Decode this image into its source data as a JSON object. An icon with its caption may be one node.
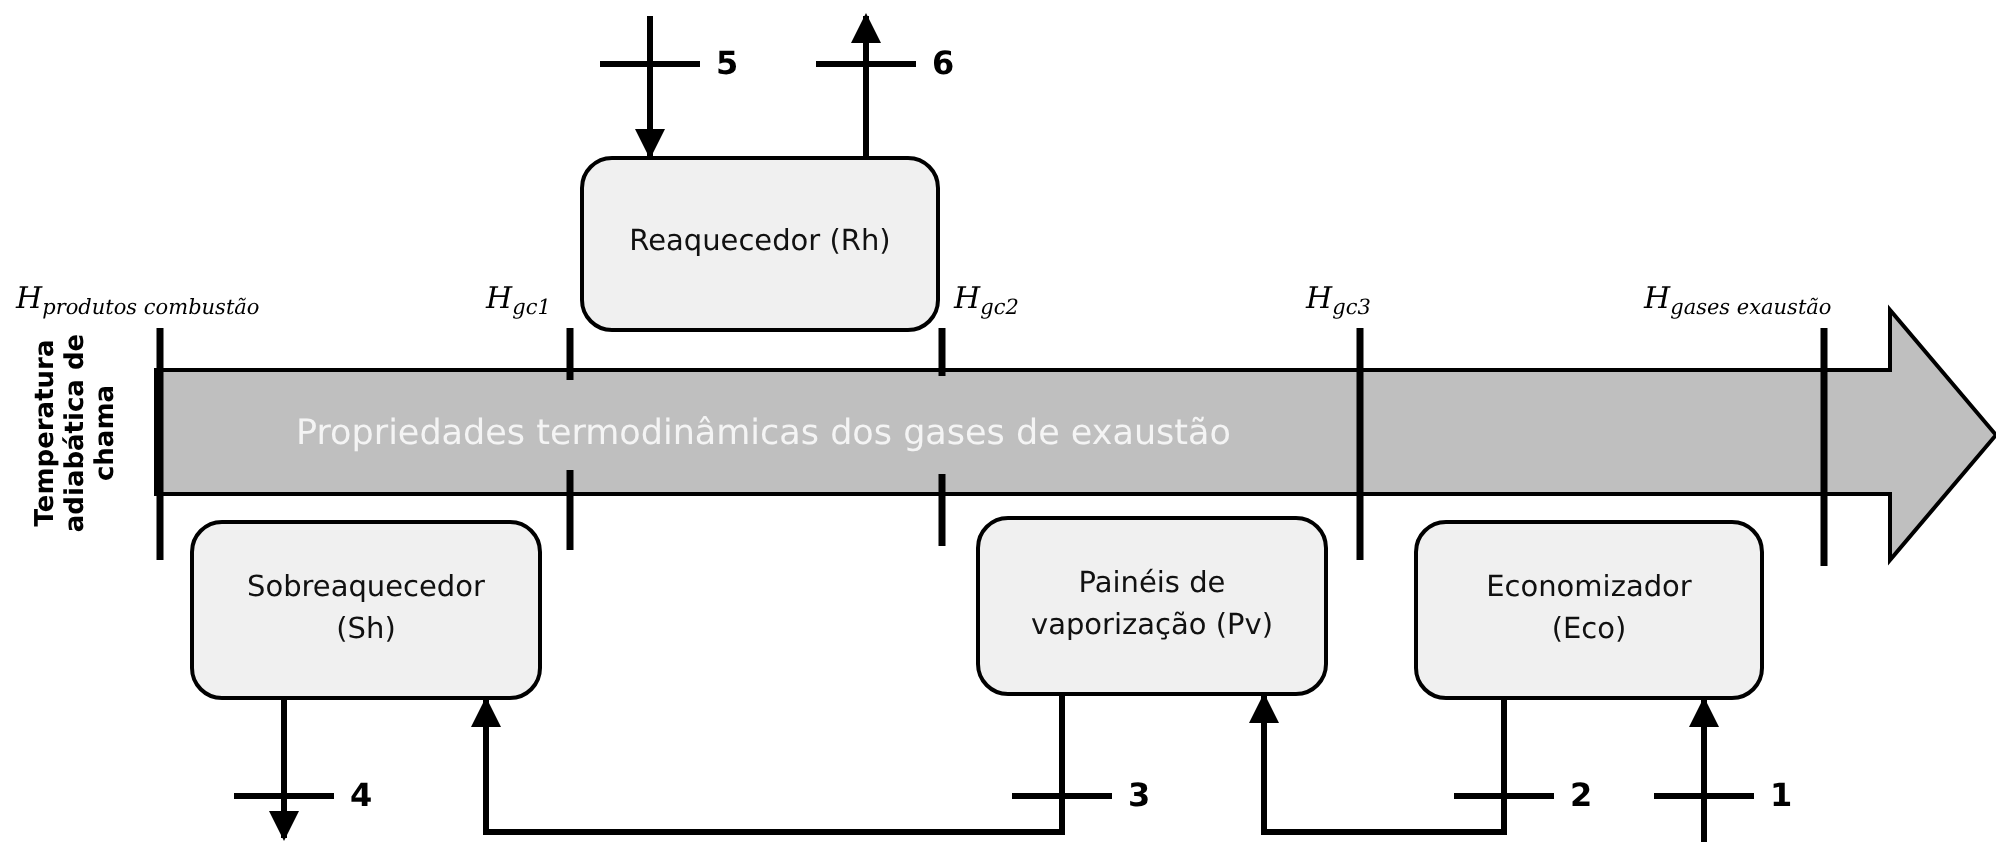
{
  "diagram": {
    "nodes": [
      {
        "text": [
          "Propriedades termodinâmicas dos gases de exaustão"
        ]
      },
      {
        "text": [
          "Reaquecedor (Rh)"
        ]
      },
      {
        "text": [
          "Sobreaquecedor (Sh)"
        ]
      },
      {
        "text": [
          "Painéis de vaporização (Pv)"
        ]
      },
      {
        "text": [
          "Economizador (Eco)"
        ]
      }
    ],
    "edges": [
      {
        "from": null,
        "to": 4,
        "arrow": "to",
        "label": "1"
      },
      {
        "from": 4,
        "to": 3,
        "arrow": "to",
        "label": "2"
      },
      {
        "from": 3,
        "to": 2,
        "arrow": "to",
        "label": "3"
      },
      {
        "from": 2,
        "to": null,
        "arrow": "to",
        "label": "4"
      },
      {
        "from": null,
        "to": 1,
        "arrow": "to",
        "label": "5"
      },
      {
        "from": 1,
        "to": null,
        "arrow": "to",
        "label": "6"
      }
    ],
    "labels": [
      "H$_{produtos combustão}$",
      "H$_{gc1}$",
      "H$_{gc2}$",
      "H$_{gc3}$",
      "H$_{gases exaustão}$",
      "Temperatura adiabática de chama"
    ]
  }
}
